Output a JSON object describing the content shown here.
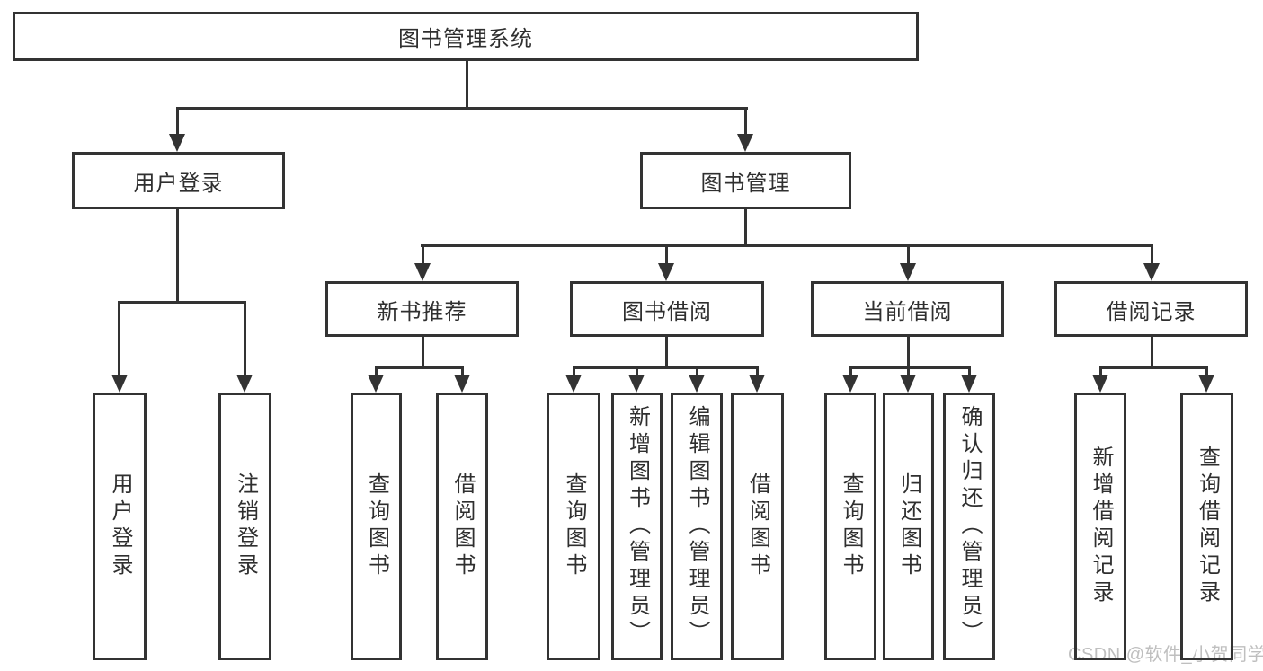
{
  "diagram": {
    "type": "tree",
    "root": {
      "label": "图书管理系统"
    },
    "branches": [
      {
        "label": "用户登录",
        "children": [
          {
            "label": "用户登录"
          },
          {
            "label": "注销登录"
          }
        ]
      },
      {
        "label": "图书管理",
        "children": [
          {
            "label": "新书推荐",
            "children": [
              {
                "label": "查询图书"
              },
              {
                "label": "借阅图书"
              }
            ]
          },
          {
            "label": "图书借阅",
            "children": [
              {
                "label": "查询图书"
              },
              {
                "label": "新增图书（管理员）"
              },
              {
                "label": "编辑图书（管理员）"
              },
              {
                "label": "借阅图书"
              }
            ]
          },
          {
            "label": "当前借阅",
            "children": [
              {
                "label": "查询图书"
              },
              {
                "label": "归还图书"
              },
              {
                "label": "确认归还（管理员）"
              }
            ]
          },
          {
            "label": "借阅记录",
            "children": [
              {
                "label": "新增借阅记录"
              },
              {
                "label": "查询借阅记录"
              }
            ]
          }
        ]
      }
    ],
    "watermark": "CSDN @软件_小贺同学",
    "colors": {
      "line": "#333333",
      "text": "#2f2f2f",
      "box_background": "#ffffff",
      "page_background": "#ffffff",
      "watermark": "#bfbfbf"
    }
  }
}
